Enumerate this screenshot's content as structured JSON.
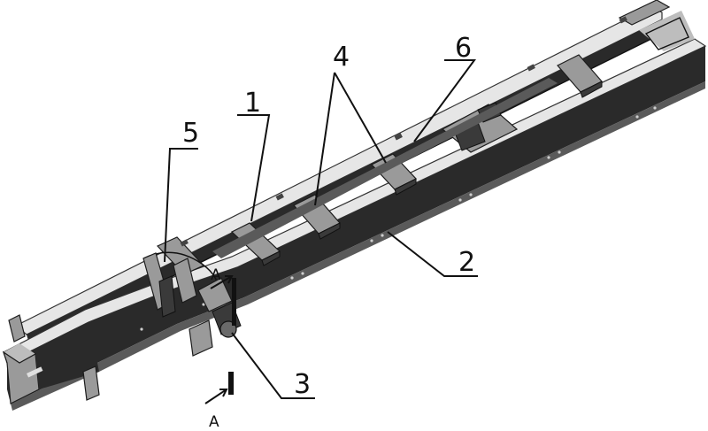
{
  "figure": {
    "callouts": [
      {
        "id": "1",
        "text": "1"
      },
      {
        "id": "2",
        "text": "2"
      },
      {
        "id": "3",
        "text": "3"
      },
      {
        "id": "4",
        "text": "4"
      },
      {
        "id": "5",
        "text": "5"
      },
      {
        "id": "6",
        "text": "6"
      }
    ],
    "section_marks": [
      {
        "id": "upper",
        "text": "A"
      },
      {
        "id": "lower",
        "text": "A"
      }
    ]
  }
}
